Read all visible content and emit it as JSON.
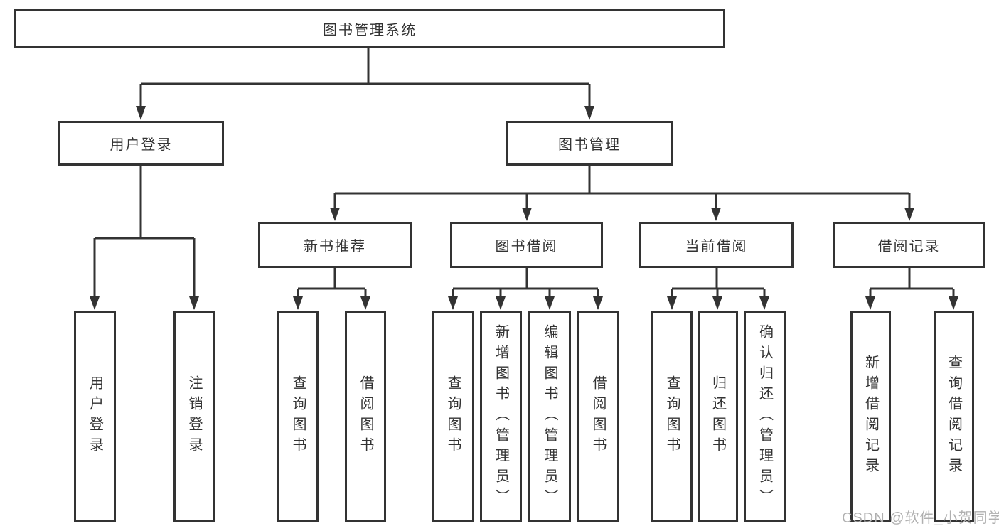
{
  "colors": {
    "line": "#333333",
    "text": "#333333",
    "watermark": "#b0b0b0",
    "background": "#ffffff"
  },
  "tree": {
    "root": "图书管理系统",
    "branches": [
      {
        "label": "用户登录",
        "children": [
          {
            "label": "用户登录"
          },
          {
            "label": "注销登录"
          }
        ]
      },
      {
        "label": "图书管理",
        "sections": [
          {
            "label": "新书推荐",
            "children": [
              {
                "label": "查询图书"
              },
              {
                "label": "借阅图书"
              }
            ]
          },
          {
            "label": "图书借阅",
            "children": [
              {
                "label": "查询图书"
              },
              {
                "label": "新增图书（管理员）"
              },
              {
                "label": "编辑图书（管理员）"
              },
              {
                "label": "借阅图书"
              }
            ]
          },
          {
            "label": "当前借阅",
            "children": [
              {
                "label": "查询图书"
              },
              {
                "label": "归还图书"
              },
              {
                "label": "确认归还（管理员）"
              }
            ]
          },
          {
            "label": "借阅记录",
            "children": [
              {
                "label": "新增借阅记录"
              },
              {
                "label": "查询借阅记录"
              }
            ]
          }
        ]
      }
    ]
  },
  "watermark": {
    "text": "CSDN @软件_小贺同学"
  }
}
